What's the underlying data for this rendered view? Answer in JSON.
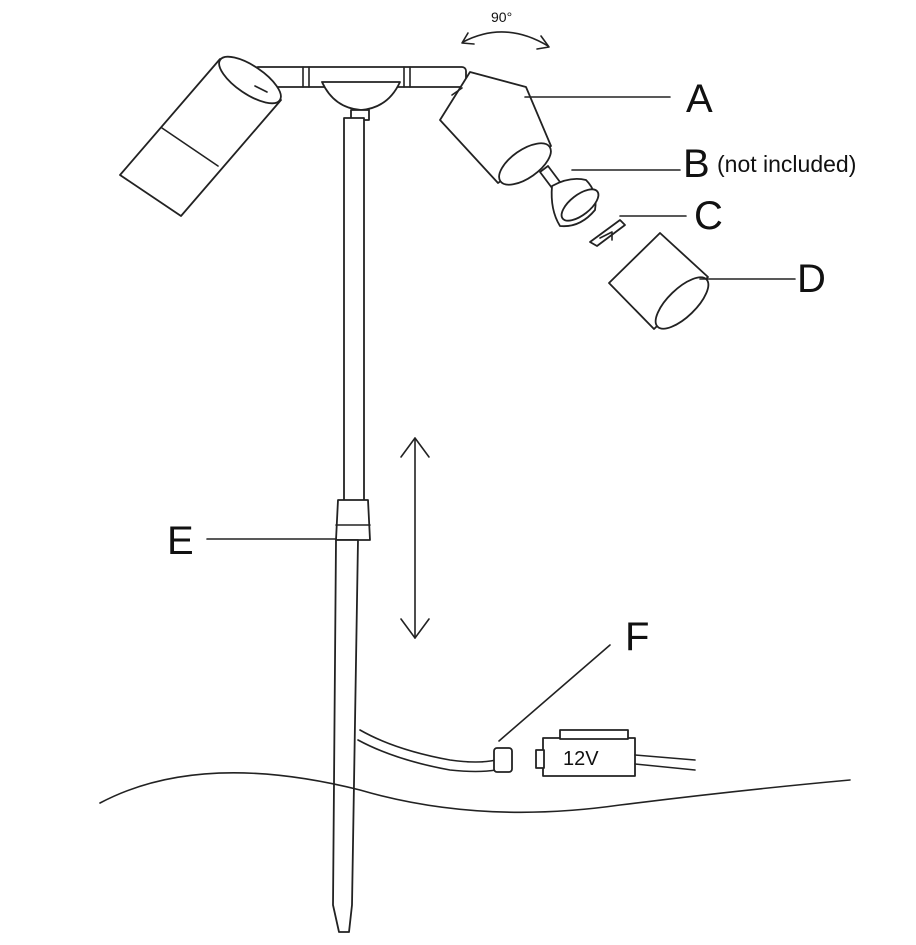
{
  "labels": {
    "a": "A",
    "b": "B",
    "b_note": "(not included)",
    "c": "C",
    "d": "D",
    "e": "E",
    "f": "F"
  },
  "rotation": "90°",
  "transformer": "12V"
}
